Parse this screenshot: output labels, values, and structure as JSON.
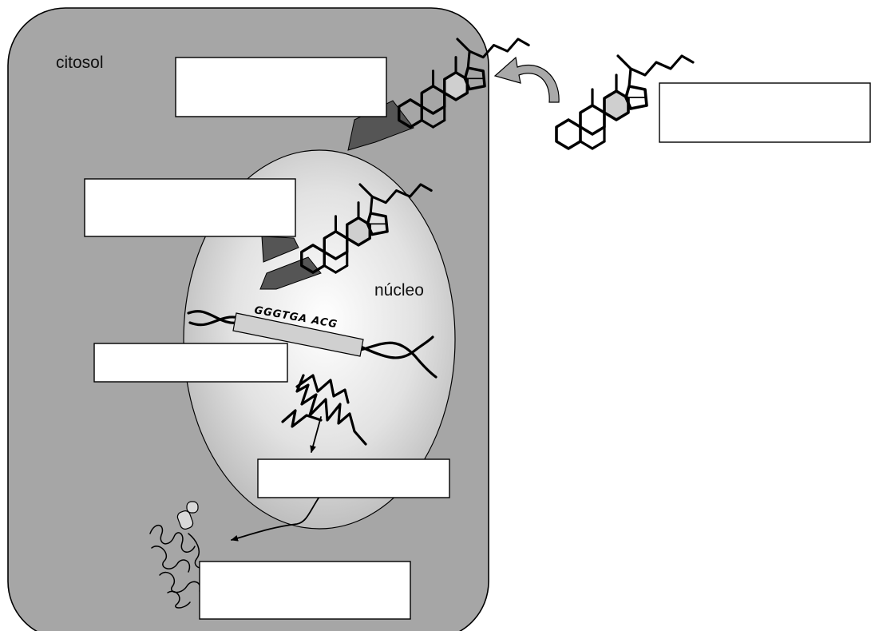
{
  "labels": {
    "cytosol": "citosol",
    "nucleus": "núcleo",
    "sequence": "GGGTGA   ACG"
  },
  "answer_boxes": [
    "",
    "",
    "",
    "",
    "",
    ""
  ],
  "colors": {
    "cell_fill": "#a6a6a6",
    "nucleus_center": "#ffffff",
    "nucleus_edge": "#b3b3b3",
    "receptor": "#555555",
    "curved_arrow": "#a9a9a9",
    "dna_box": "#d0d0d0"
  },
  "icons": {
    "hormone": "steroid-hormone-icon",
    "receptor": "receptor-icon",
    "mrna": "mrna-strand-icon",
    "protein": "protein-synthesis-icon"
  }
}
